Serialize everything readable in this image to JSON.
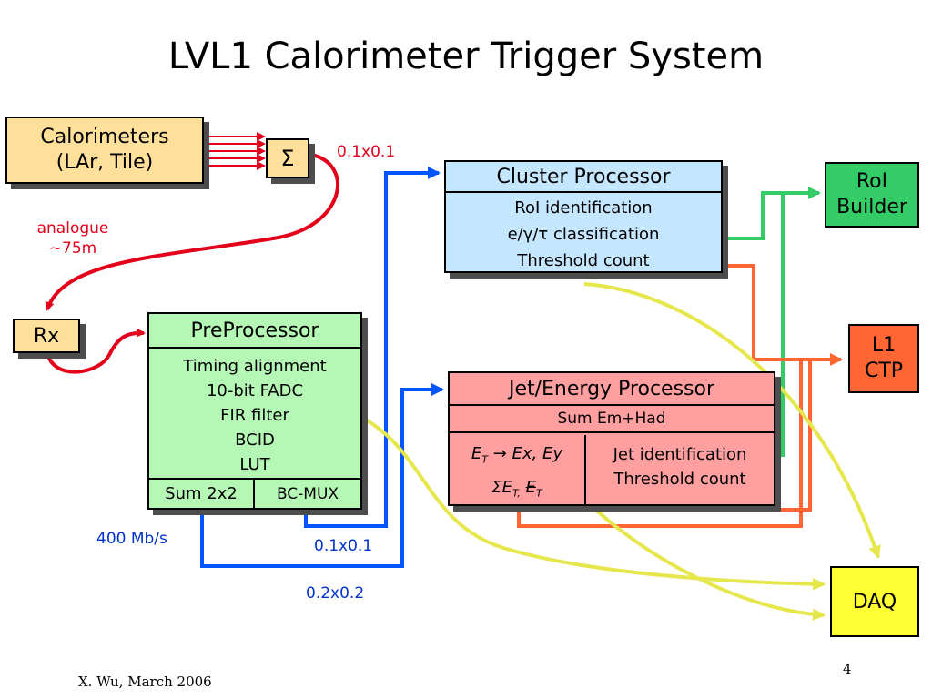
{
  "title": "LVL1 Calorimeter Trigger System",
  "calorimeters": {
    "line1": "Calorimeters",
    "line2": "(LAr, Tile)"
  },
  "sum_symbol": "Σ",
  "label_granularity_top": "0.1x0.1",
  "analogue": {
    "line1": "analogue",
    "line2": "~75m"
  },
  "rx": "Rx",
  "preprocessor": {
    "title": "PreProcessor",
    "lines": [
      "Timing alignment",
      "10-bit FADC",
      "FIR filter",
      "BCID",
      "LUT"
    ],
    "sum": "Sum 2x2",
    "mux": "BC-MUX"
  },
  "rate_label": "400 Mb/s",
  "granularity_01": "0.1x0.1",
  "granularity_02": "0.2x0.2",
  "cluster": {
    "title": "Cluster Processor",
    "lines": [
      "RoI identification",
      "e/γ/τ classification",
      "Threshold count"
    ]
  },
  "jet": {
    "title": "Jet/Energy Processor",
    "sub": "Sum Em+Had",
    "left1": "E",
    "left1_sub": "T",
    "left1_rest": " → Ex, Ey",
    "left2": "ΣE",
    "left2_sub": "T,",
    "left2_e": "E",
    "left2_e_sub": "T",
    "right": [
      "Jet identification",
      "Threshold count"
    ]
  },
  "roi": {
    "line1": "RoI",
    "line2": "Builder"
  },
  "ctp": {
    "line1": "L1",
    "line2": "CTP"
  },
  "daq": "DAQ",
  "footer_author": "X. Wu, March 2006",
  "page_number": "4",
  "colors": {
    "calorimeter": "#ffe09a",
    "green_box": "#b5f7b5",
    "blue_box": "#c4e6ff",
    "pink_box": "#ff9fa0",
    "roi": "#33cc66",
    "ctp": "#ff6633",
    "daq": "#ffff33"
  }
}
